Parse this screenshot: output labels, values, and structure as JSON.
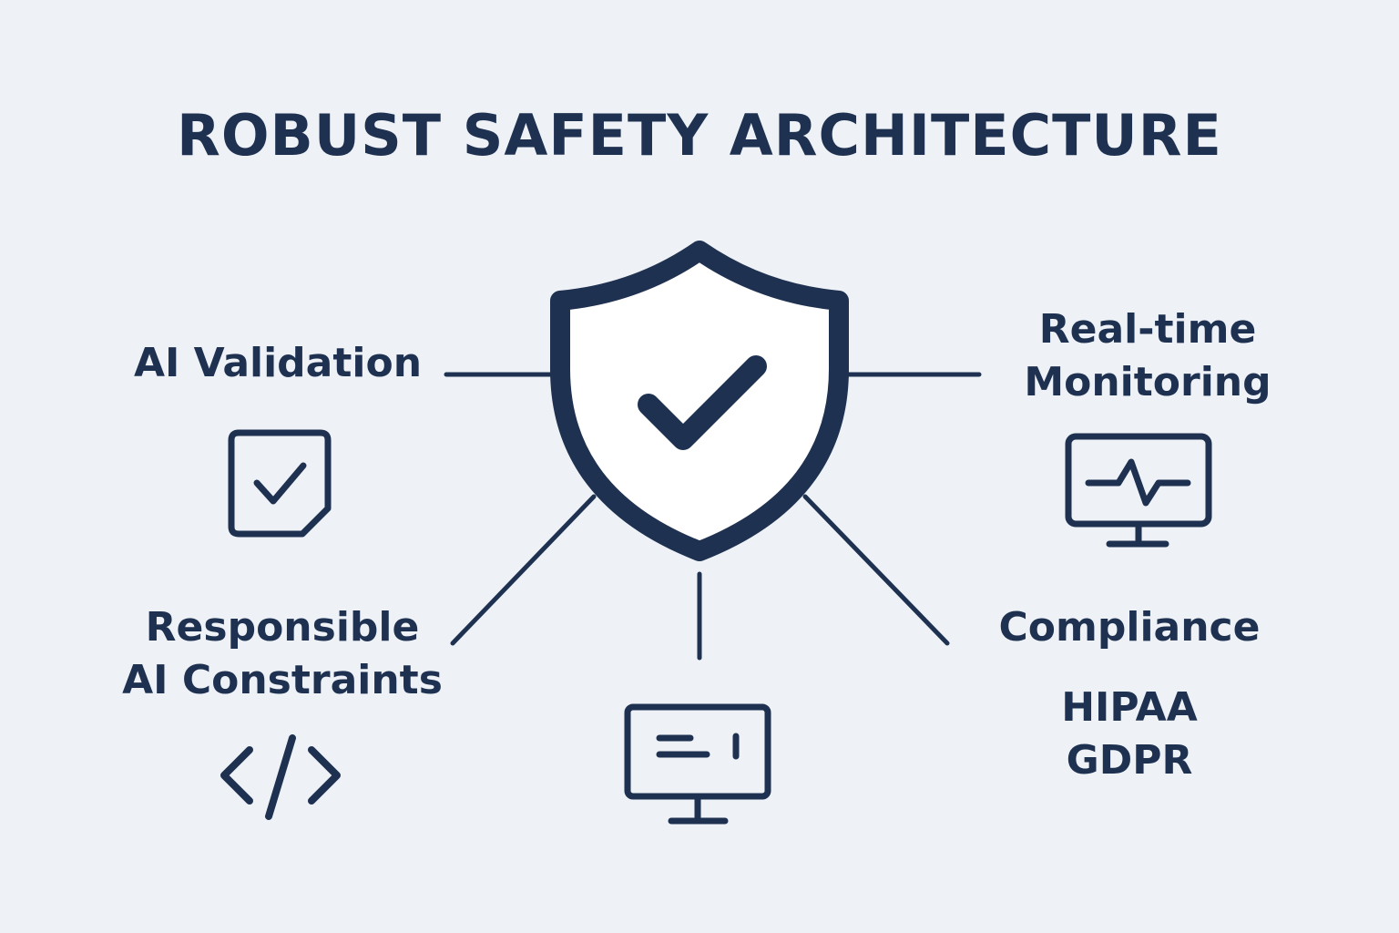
{
  "title": "ROBUST SAFETY ARCHITECTURE",
  "colors": {
    "background": "#eef2f7",
    "ink": "#1f3150",
    "shield_fill": "#ffffff"
  },
  "center": {
    "icon": "shield-check-icon"
  },
  "nodes": {
    "ai_validation": {
      "label": "AI Validation",
      "icon": "document-check-icon"
    },
    "realtime_monitoring": {
      "label_lines": [
        "Real-time",
        "Monitoring"
      ],
      "icon": "heartbeat-monitor-icon"
    },
    "responsible_ai": {
      "label_lines": [
        "Responsible",
        "AI Constraints"
      ],
      "icon": "code-brackets-icon"
    },
    "bottom_monitor": {
      "icon": "monitor-text-icon"
    },
    "compliance": {
      "label": "Compliance",
      "standards": [
        "HIPAA",
        "GDPR"
      ]
    }
  }
}
